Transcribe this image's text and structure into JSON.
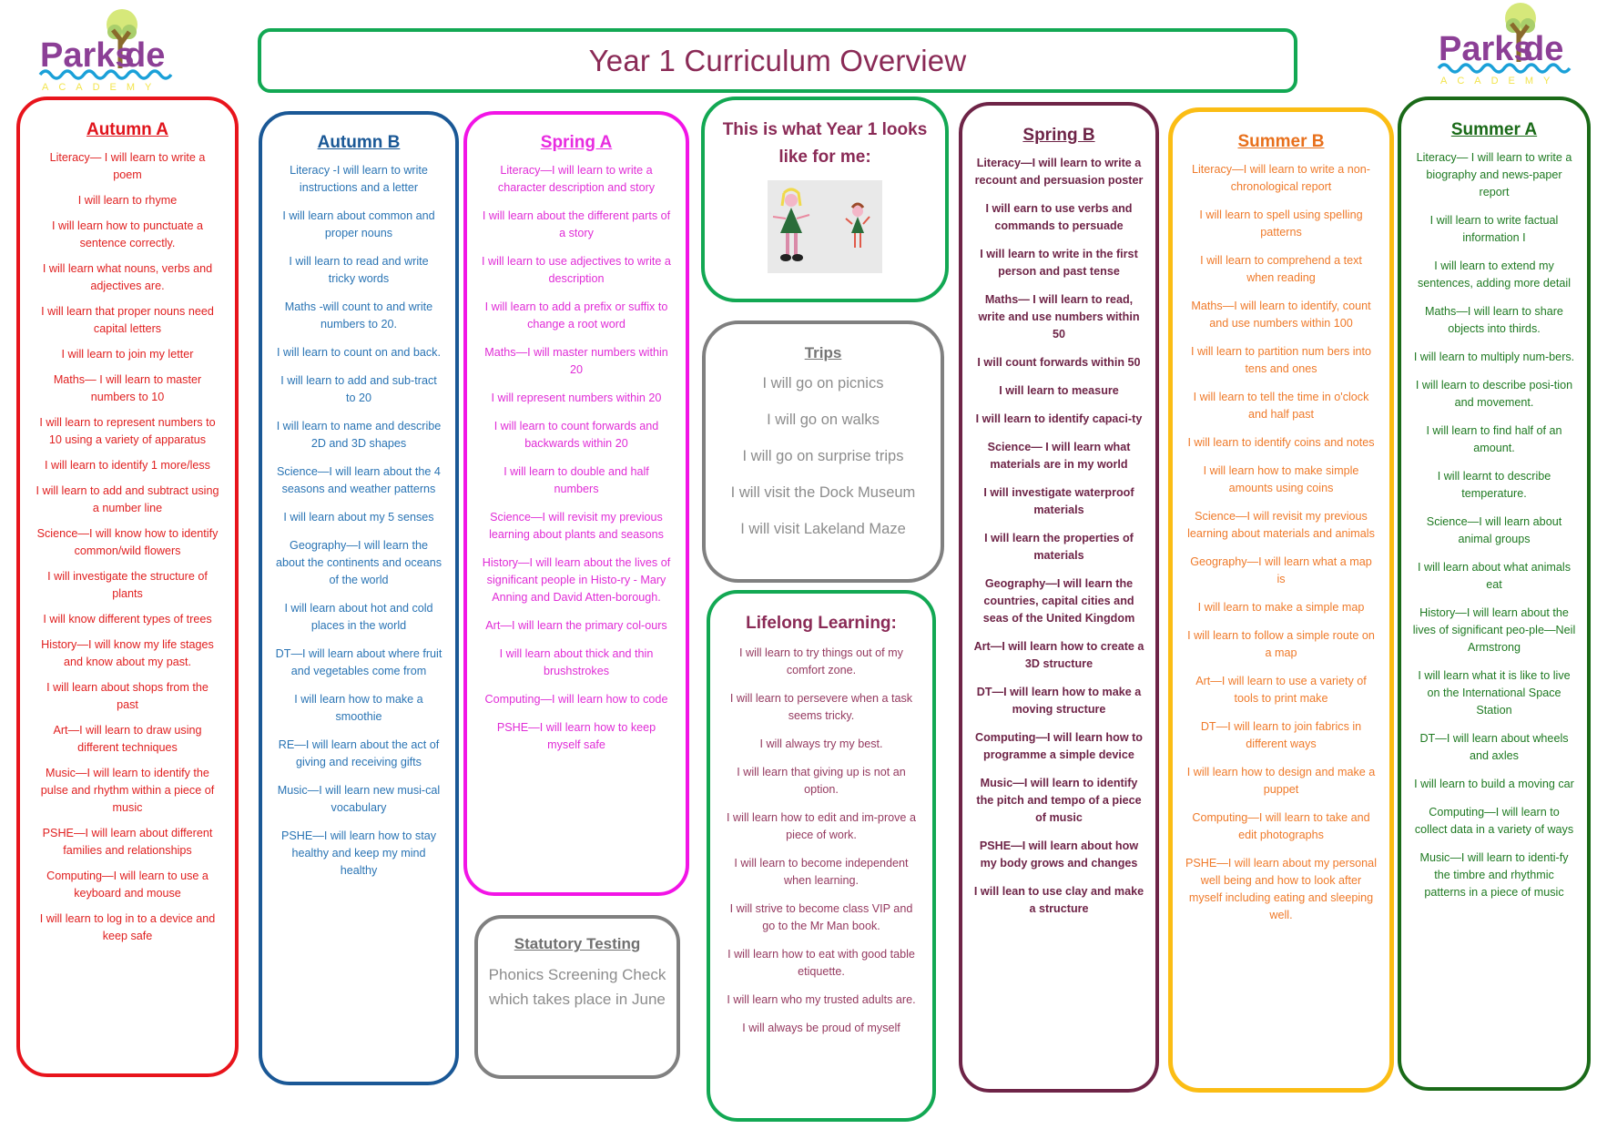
{
  "logo": {
    "name": "Parkside",
    "subtitle": "ACADEMY"
  },
  "title": "Year 1 Curriculum Overview",
  "colors": {
    "autumn_a": "#e8141c",
    "autumn_b": "#1a5896",
    "spring_a": "#f214e6",
    "spring_b": "#6e2447",
    "summer_b": "#fbbd14",
    "summer_a": "#1a6a18",
    "center_green": "#12a853",
    "grey": "#808080",
    "title_text": "#8a2a56"
  },
  "terms": {
    "autumn_a": {
      "heading": "Autumn A",
      "items": [
        "Literacy— I will learn to write a poem",
        "I will learn to rhyme",
        "I will learn how to punctuate a sentence correctly.",
        "I will learn what nouns, verbs and adjectives are.",
        "I will learn that proper nouns need capital letters",
        "I will learn to join my letter",
        "Maths— I will learn to master numbers to 10",
        "I will learn to represent numbers to 10 using a variety of apparatus",
        "I will learn to identify 1 more/less",
        "I will learn to add and subtract using a number line",
        "Science—I will know how to identify common/wild flowers",
        "I will investigate the structure of plants",
        "I will know different types of trees",
        "History—I will know my life stages and know about my past.",
        "I will learn about shops from the past",
        "Art—I will learn to draw using different techniques",
        "Music—I will learn to identify the pulse and rhythm within a piece of music",
        "PSHE—I will learn about different families and relationships",
        "Computing—I will learn to use a keyboard and mouse",
        "I will learn to log in to a device and keep safe"
      ]
    },
    "autumn_b": {
      "heading": "Autumn B",
      "items": [
        "Literacy -I will learn to write instructions and a letter",
        "I will learn about common and proper nouns",
        "I will learn to read and write tricky words",
        "Maths -will count to and write numbers to 20.",
        "I will learn to count on and back.",
        "I will learn to add and sub-tract to 20",
        "I will learn to name and describe 2D and 3D shapes",
        "Science—I will learn about the 4 seasons and weather patterns",
        "I will learn about my 5 senses",
        "Geography—I will learn the about the continents and oceans of the world",
        "I will learn about hot and cold places in the world",
        "DT—I will learn about where fruit and vegetables come from",
        "I will learn how to make a smoothie",
        "RE—I will learn about the act of giving and receiving gifts",
        "Music—I will learn new musi-cal vocabulary",
        "PSHE—I will learn how to stay healthy and keep my mind healthy"
      ]
    },
    "spring_a": {
      "heading": "Spring A",
      "items": [
        "Literacy—I will learn to write a character description and story",
        "I will learn about the different parts of a story",
        "I will learn to use adjectives to write a description",
        "I will learn to add a prefix or suffix to change a root word",
        "Maths—I  will master numbers within 20",
        "I will represent numbers within 20",
        "I will learn to count forwards and backwards within 20",
        "I will learn to double and half numbers",
        "Science—I will revisit my previous learning about plants and seasons",
        "History—I will learn about the lives of significant people in Histo-ry - Mary Anning and David Atten-borough.",
        "Art—I will learn the primary col-ours",
        "I will learn about thick and thin brushstrokes",
        "Computing—I will learn how to code",
        "PSHE—I will learn how to keep myself safe"
      ]
    },
    "spring_b": {
      "heading": "Spring B",
      "items": [
        "Literacy—I will learn to write a recount and persuasion poster",
        "I will earn to use verbs and commands to persuade",
        "I will learn to write in the first person and past tense",
        "Maths— I will learn to read, write and use numbers within 50",
        "I will count forwards within 50",
        "I will learn to measure",
        "I will learn to identify capaci-ty",
        "Science— I will learn what materials are in my world",
        "I will investigate waterproof materials",
        "I will learn the properties of materials",
        "Geography—I will learn the countries, capital cities and seas of the United Kingdom",
        "Art—I will learn how to create a 3D structure",
        "DT—I will learn how to make a moving structure",
        "Computing—I will learn how to programme a simple device",
        "Music—I will learn to identify the pitch and tempo of a piece of music",
        "PSHE—I will learn about how my body grows and changes",
        "I will lean to use clay and make a structure"
      ]
    },
    "summer_b": {
      "heading": "Summer B",
      "items": [
        "Literacy—I will learn to write a non-chronological report",
        "I will learn to spell using spelling patterns",
        "I will learn to comprehend a text when reading",
        "Maths—I will learn to identify, count and use numbers within 100",
        "I will learn to partition num bers into tens and ones",
        "I will learn to tell the time in o'clock and half past",
        "I will learn to identify coins and notes",
        "I will learn how to make simple amounts using coins",
        "Science—I will revisit my previous learning about materials and animals",
        "Geography—I will learn what a map is",
        "I will learn to make a simple map",
        "I will learn to follow a simple route on a map",
        "Art—I will learn to use a variety of tools to print make",
        "DT—I will learn to join fabrics in different ways",
        "I will learn how to design and make a puppet",
        "Computing—I will learn to take and edit photographs",
        "PSHE—I will learn about my personal well being and how to look after myself including eating and sleeping well."
      ]
    },
    "summer_a": {
      "heading": "Summer A",
      "items": [
        "Literacy— I will learn to write a biography and news-paper report",
        "I will learn to write factual information I",
        "I will learn to extend my sentences, adding more detail",
        "Maths—I will learn to share objects into thirds.",
        "I will learn to multiply num-bers.",
        "I will learn to describe posi-tion and movement.",
        "I will learn to find half of an amount.",
        "I will learnt to describe temperature.",
        "Science—I will learn about animal groups",
        "I will learn about what animals eat",
        "History—I will learn about the lives of significant peo-ple—Neil Armstrong",
        "I will learn what it is like to live on the International Space Station",
        "DT—I will learn about wheels and axles",
        "I will learn to build a moving car",
        "Computing—I will learn to collect data in a variety of ways",
        "Music—I will learn to identi-fy the timbre and rhythmic patterns in a piece of music"
      ]
    }
  },
  "year1_box": {
    "heading": "This is what Year 1 looks like for me:",
    "image_alt": "child's drawing of two people"
  },
  "trips": {
    "heading": "Trips",
    "items": [
      "I will go on picnics",
      "I will go on walks",
      "I will go on surprise trips",
      "I will visit the Dock Museum",
      "I will visit Lakeland Maze"
    ]
  },
  "statutory": {
    "heading": "Statutory Testing",
    "text": "Phonics Screening Check which takes place in June"
  },
  "lifelong": {
    "heading": "Lifelong Learning:",
    "items": [
      "I will learn to try things out of my comfort zone.",
      "I will learn to persevere when a task seems tricky.",
      "I will always try my best.",
      "I will learn that giving up is not an option.",
      "I will learn how to edit and im-prove a piece of work.",
      "I will learn to become independent when learning.",
      "I will strive to become class VIP and go to the Mr Man book.",
      "I will learn how to eat with good table etiquette.",
      "I  will learn who my trusted adults are.",
      "I will always be proud of myself"
    ]
  }
}
